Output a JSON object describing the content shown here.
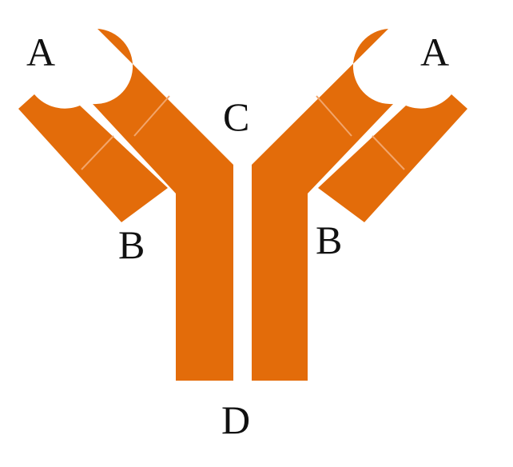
{
  "diagram": {
    "subject": "antibody",
    "colors": {
      "protein": "#E36C0A",
      "divider": "#F2A56B",
      "label": "#111111",
      "background": "#ffffff"
    },
    "labels": {
      "top_left": "A",
      "top_right": "A",
      "center_top": "C",
      "left_middle": "B",
      "right_middle": "B",
      "bottom": "D"
    }
  }
}
